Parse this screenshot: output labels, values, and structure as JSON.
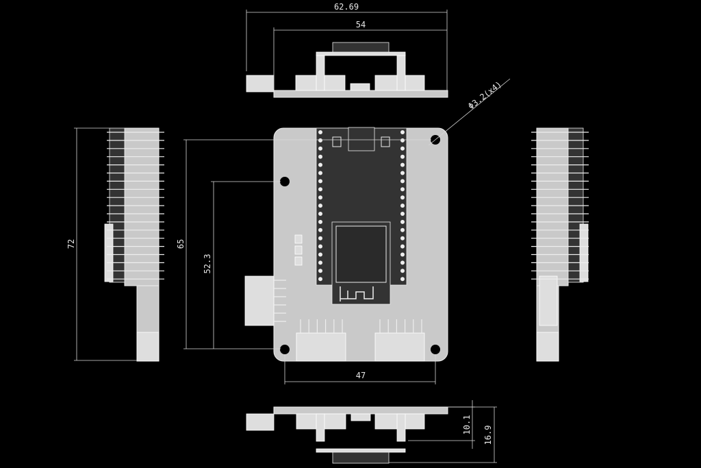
{
  "dimensions": {
    "overall_width": "62.69",
    "hole_spacing_width": "54",
    "hole_diameter": "Φ3.2(x4)",
    "overall_height": "72",
    "hole_spacing_height": "65",
    "side_hole_height": "52.3",
    "bottom_hole_spacing": "47",
    "height_board_module": "10.1",
    "total_height": "16.9"
  },
  "colors": {
    "background": "#000000",
    "pcb": "#c9c9c9",
    "module": "#333333",
    "lines": "#d8d8d8"
  }
}
